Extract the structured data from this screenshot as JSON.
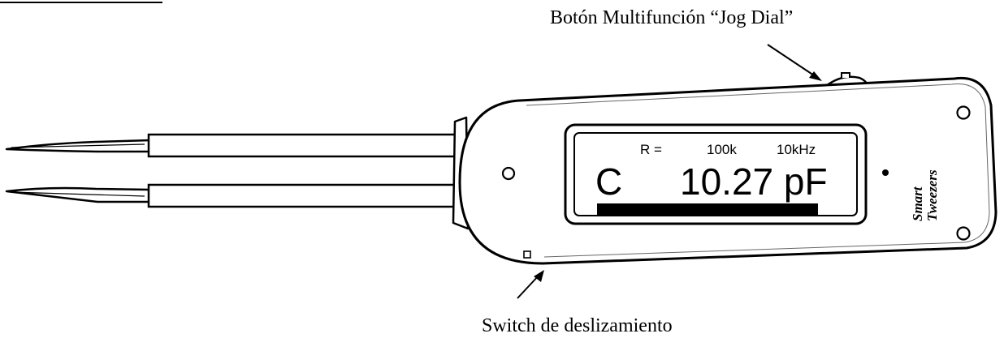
{
  "labels": {
    "jog_dial": "Botón Multifunción “Jog Dial”",
    "slide_switch": "Switch de deslizamiento"
  },
  "display": {
    "r_label": "R =",
    "r_value": "100k",
    "frequency": "10kHz",
    "mode": "C",
    "reading": "10.27 pF"
  },
  "brand": {
    "line1": "Smart",
    "line2": "Tweezers"
  }
}
